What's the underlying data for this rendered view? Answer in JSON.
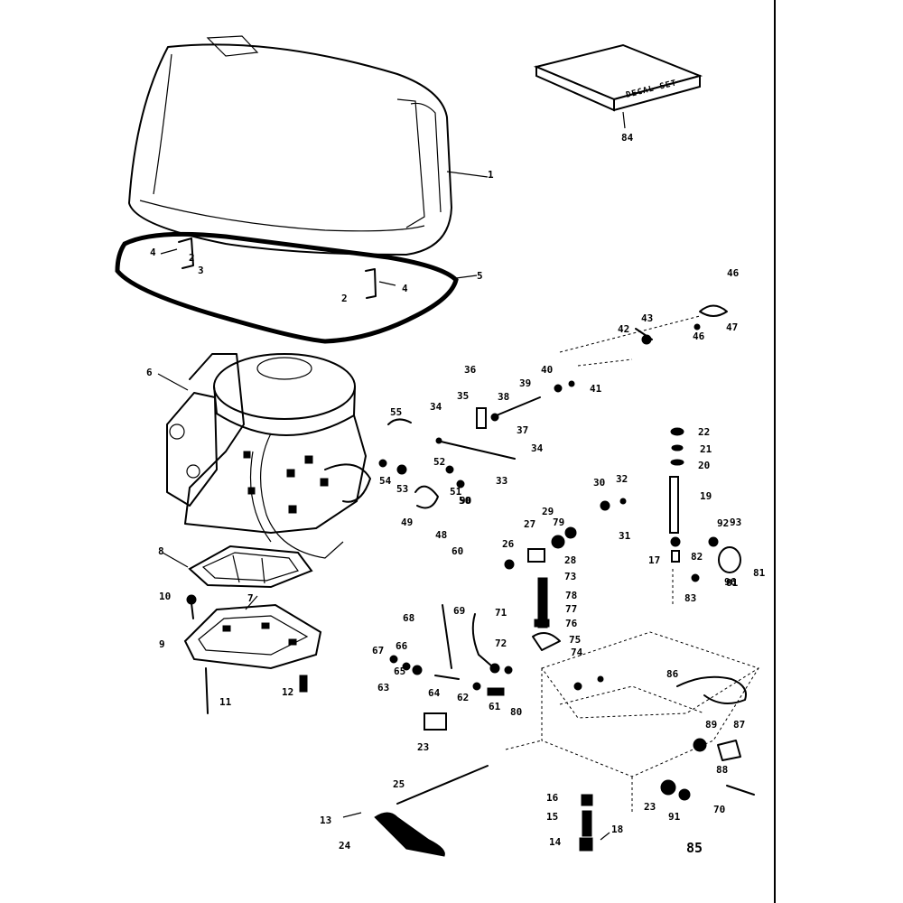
{
  "decal_set": {
    "label": "DECAL SET",
    "part_no": "84"
  },
  "figure_label": "85",
  "callouts": {
    "c1": "1",
    "c2a": "2",
    "c2b": "2",
    "c3": "3",
    "c4a": "4",
    "c4b": "4",
    "c5": "5",
    "c6": "6",
    "c7": "7",
    "c8": "8",
    "c9": "9",
    "c10": "10",
    "c11": "11",
    "c12": "12",
    "c13": "13",
    "c14": "14",
    "c15": "15",
    "c16": "16",
    "c17": "17",
    "c18": "18",
    "c19": "19",
    "c20": "20",
    "c21": "21",
    "c22": "22",
    "c23a": "23",
    "c23b": "23",
    "c24": "24",
    "c25": "25",
    "c26": "26",
    "c27": "27",
    "c28": "28",
    "c29": "29",
    "c30": "30",
    "c31": "31",
    "c32": "32",
    "c33": "33",
    "c34a": "34",
    "c34b": "34",
    "c35": "35",
    "c36": "36",
    "c37": "37",
    "c38": "38",
    "c39": "39",
    "c40": "40",
    "c41": "41",
    "c42": "42",
    "c43": "43",
    "c46a": "46",
    "c46b": "46",
    "c47": "47",
    "c48": "48",
    "c49": "49",
    "c50": "50",
    "c51": "51",
    "c52": "52",
    "c53": "53",
    "c54": "54",
    "c55": "55",
    "c60": "60",
    "c61": "61",
    "c62": "62",
    "c63": "63",
    "c64": "64",
    "c65": "65",
    "c66": "66",
    "c67": "67",
    "c68": "68",
    "c69": "69",
    "c70": "70",
    "c71": "71",
    "c72": "72",
    "c73": "73",
    "c74": "74",
    "c75": "75",
    "c76": "76",
    "c77": "77",
    "c78": "78",
    "c79": "79",
    "c80": "80",
    "c81a": "81",
    "c81b": "81",
    "c82": "82",
    "c83": "83",
    "c86": "86",
    "c87": "87",
    "c88": "88",
    "c89": "89",
    "c90": "90",
    "c91": "91",
    "c92": "92",
    "c93": "93",
    "c96": "96"
  }
}
